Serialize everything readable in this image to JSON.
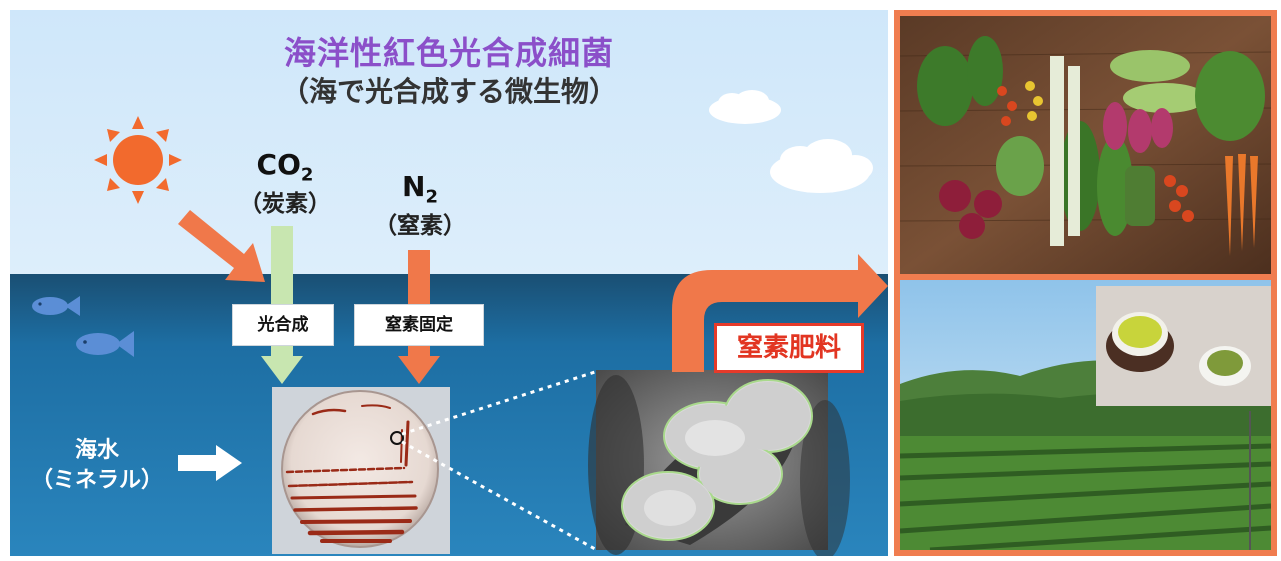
{
  "title": {
    "main": "海洋性紅色光合成細菌",
    "sub": "（海で光合成する微生物）"
  },
  "gases": {
    "co2_formula": "CO",
    "co2_sub": "2",
    "co2_name": "（炭素）",
    "n2_formula": "N",
    "n2_sub": "2",
    "n2_name": "（窒素）"
  },
  "process_labels": {
    "photosynthesis": "光合成",
    "nitrogen_fixation": "窒素固定"
  },
  "seawater": {
    "line1": "海水",
    "line2": "（ミネラル）"
  },
  "product": {
    "label": "窒素肥料"
  },
  "colors": {
    "sky": "#d6ebfa",
    "sea": "#1d6fa3",
    "sun": "#f26a2d",
    "orange_arrow": "#f0784a",
    "green_arrow": "#c8e6b0",
    "title_purple": "#8b4fc9",
    "fertilizer_red": "#e23522"
  },
  "icons": [
    "sun-icon",
    "cloud-icon",
    "fish-icon",
    "petri-dish-image",
    "bacteria-micrograph-image",
    "vegetables-photo",
    "tea-field-photo",
    "green-tea-photo"
  ]
}
